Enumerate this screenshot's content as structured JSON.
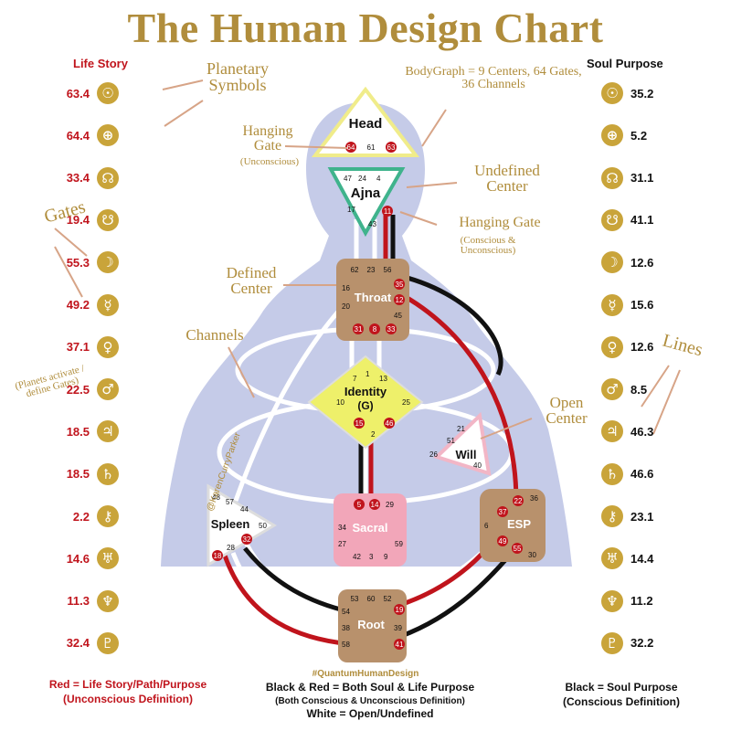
{
  "title": "The Human Design Chart",
  "headers": {
    "life_story": "Life Story",
    "soul_purpose": "Soul Purpose"
  },
  "planets": [
    {
      "left": "63.4",
      "symbol": "☉",
      "icon": "sun-icon",
      "right": "35.2"
    },
    {
      "left": "64.4",
      "symbol": "⊕",
      "icon": "earth-icon",
      "right": "5.2"
    },
    {
      "left": "33.4",
      "symbol": "☊",
      "icon": "north-node-icon",
      "right": "31.1"
    },
    {
      "left": "19.4",
      "symbol": "☋",
      "icon": "south-node-icon",
      "right": "41.1"
    },
    {
      "left": "55.3",
      "symbol": "☽",
      "icon": "moon-icon",
      "right": "12.6"
    },
    {
      "left": "49.2",
      "symbol": "☿",
      "icon": "mercury-icon",
      "right": "15.6"
    },
    {
      "left": "37.1",
      "symbol": "♀",
      "icon": "venus-icon",
      "right": "12.6"
    },
    {
      "left": "22.5",
      "symbol": "♂",
      "icon": "mars-icon",
      "right": "8.5"
    },
    {
      "left": "18.5",
      "symbol": "♃",
      "icon": "jupiter-icon",
      "right": "46.3"
    },
    {
      "left": "18.5",
      "symbol": "♄",
      "icon": "saturn-icon",
      "right": "46.6"
    },
    {
      "left": "2.2",
      "symbol": "⚷",
      "icon": "chiron-icon",
      "right": "23.1"
    },
    {
      "left": "14.6",
      "symbol": "♅",
      "icon": "uranus-icon",
      "right": "14.4"
    },
    {
      "left": "11.3",
      "symbol": "♆",
      "icon": "neptune-icon",
      "right": "11.2"
    },
    {
      "left": "32.4",
      "symbol": "♇",
      "icon": "pluto-icon",
      "right": "32.2"
    }
  ],
  "annotations": {
    "planetary_symbols": "Planetary Symbols",
    "bodygraph": "BodyGraph = 9 Centers, 64 Gates, 36 Channels",
    "hanging_gate": "Hanging Gate",
    "unconscious": "(Unconscious)",
    "undefined_center": "Undefined Center",
    "hanging_gate2": "Hanging Gate",
    "conscious_unconscious": "(Conscious & Unconscious)",
    "gates": "Gates",
    "defined_center": "Defined Center",
    "channels": "Channels",
    "planets_activate": "(Planets activate / define Gates)",
    "open_center": "Open Center",
    "lines": "Lines",
    "credit": "@KarenCurryParker",
    "hashtag": "#QuantumHumanDesign"
  },
  "centers": {
    "head": "Head",
    "ajna": "Ajna",
    "throat": "Throat",
    "identity": "Identity",
    "identity_sub": "(G)",
    "will": "Will",
    "spleen": "Spleen",
    "sacral": "Sacral",
    "esp": "ESP",
    "root": "Root"
  },
  "gates": {
    "head": [
      "64",
      "61",
      "63"
    ],
    "ajna": [
      "47",
      "24",
      "4",
      "17",
      "11",
      "43"
    ],
    "throat": [
      "62",
      "23",
      "56",
      "16",
      "35",
      "20",
      "12",
      "45",
      "31",
      "8",
      "33"
    ],
    "identity": [
      "7",
      "1",
      "13",
      "10",
      "25",
      "15",
      "2",
      "46"
    ],
    "will": [
      "21",
      "51",
      "26",
      "40"
    ],
    "spleen": [
      "48",
      "57",
      "44",
      "50",
      "32",
      "28",
      "18"
    ],
    "sacral": [
      "5",
      "14",
      "29",
      "34",
      "27",
      "59",
      "42",
      "3",
      "9"
    ],
    "esp": [
      "36",
      "37",
      "22",
      "6",
      "49",
      "55",
      "30"
    ],
    "root": [
      "53",
      "60",
      "52",
      "54",
      "19",
      "38",
      "39",
      "58",
      "41"
    ]
  },
  "legend": {
    "red": "Red = Life Story/Path/Purpose",
    "red_sub": "(Unconscious Definition)",
    "black_red": "Black & Red = Both Soul & Life Purpose",
    "black_red_sub": "(Both Conscious & Unconscious Definition)",
    "white": "White = Open/Undefined",
    "black": "Black = Soul Purpose",
    "black_sub": "(Conscious Definition)"
  },
  "colors": {
    "gold": "#b08d3c",
    "red": "#c0141c",
    "body": "#c5cbe8",
    "brown": "#b8916c",
    "yellow": "#eef06a",
    "pink": "#f2a6b9"
  }
}
